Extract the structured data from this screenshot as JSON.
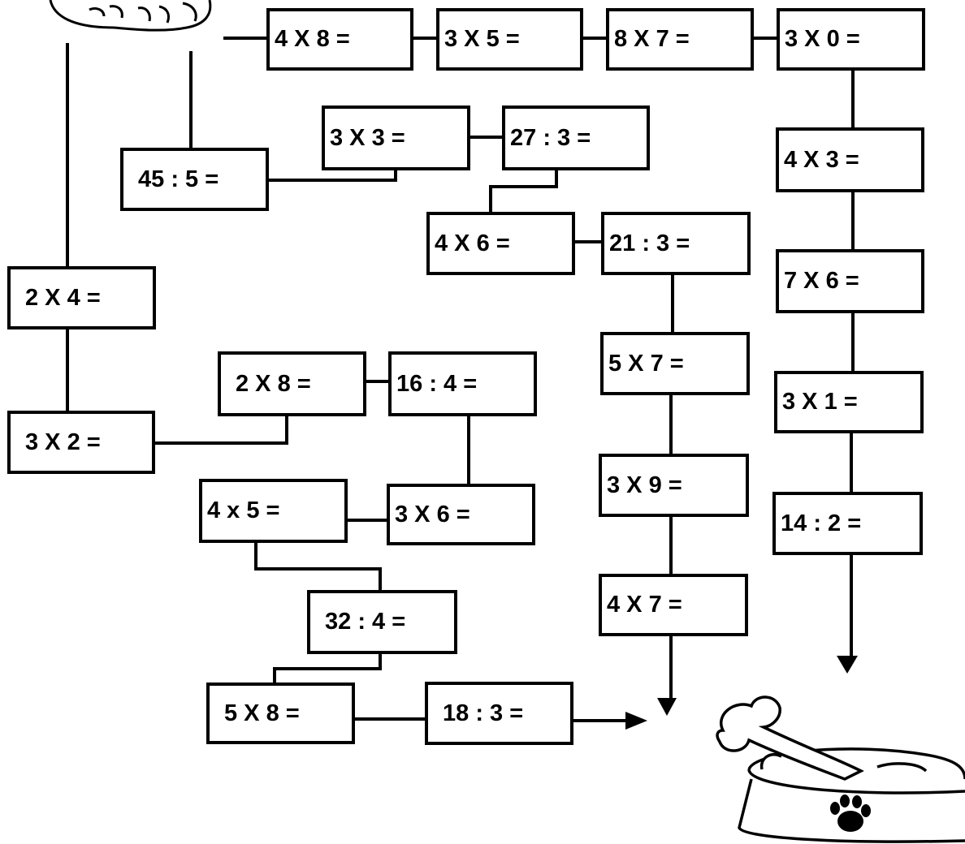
{
  "problems": {
    "p01": "4 X 8 =",
    "p02": "3 X 5 =",
    "p03": "8 X 7 =",
    "p04": "3 X 0 =",
    "p05": "3 X 3 =",
    "p06": "27 : 3 =",
    "p07": "45 : 5 =",
    "p08": "4 X 3 =",
    "p09": "4 X 6 =",
    "p10": "21 : 3 =",
    "p11": "7 X 6 =",
    "p12": "2 X 4 =",
    "p13": "5 X 7 =",
    "p14": "2 X 8 =",
    "p15": "16 : 4 =",
    "p16": "3 X 1 =",
    "p17": "3 X 2 =",
    "p18": "3 X 9 =",
    "p19": "4 x 5 =",
    "p20": "3 X 6 =",
    "p21": "14 : 2 =",
    "p22": "4 X 7 =",
    "p23": "32 : 4 =",
    "p24": "5 X 8 =",
    "p25": "18 : 3 ="
  },
  "icons": {
    "cat": "cat-paws-icon",
    "bowl": "dog-bowl-with-bone-icon",
    "paw": "paw-print-icon"
  },
  "colors": {
    "line": "#000000",
    "background": "#ffffff"
  }
}
